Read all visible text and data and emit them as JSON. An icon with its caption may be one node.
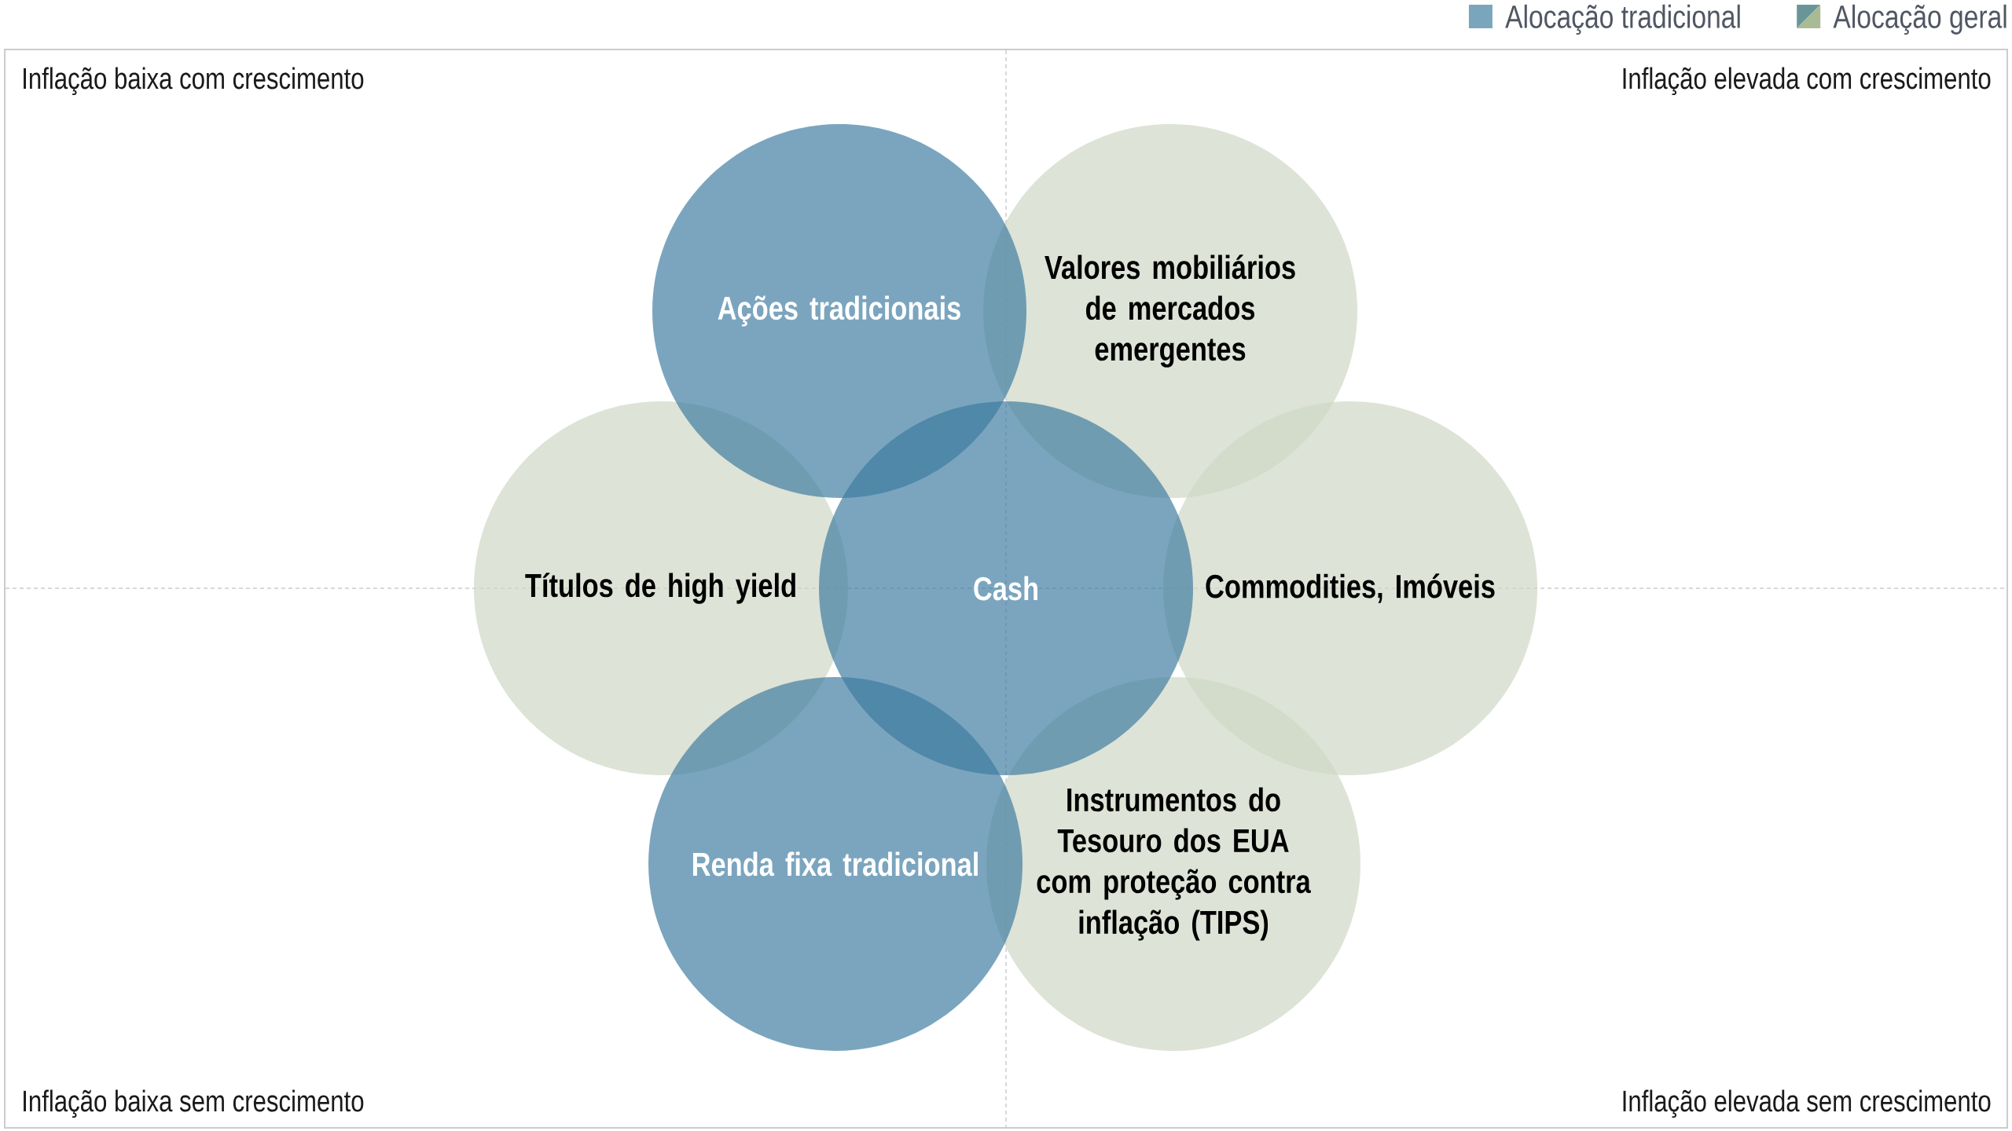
{
  "diagram": {
    "nodes": [
      {
        "text": [
          "Ações tradicionais"
        ]
      },
      {
        "text": [
          "Valores mobiliários de mercados emergentes"
        ]
      },
      {
        "text": [
          "Títulos de high yield"
        ]
      },
      {
        "text": [
          "Cash"
        ]
      },
      {
        "text": [
          "Commodities, Imóveis"
        ]
      },
      {
        "text": [
          "Renda fixa tradicional"
        ]
      },
      {
        "text": [
          "Instrumentos do Tesouro dos EUA com proteção contra inflação (TIPS)"
        ]
      }
    ],
    "labels": [
      "Inflação baixa com crescimento",
      "Inflação elevada com crescimento",
      "Inflação baixa sem crescimento",
      "Inflação elevada sem crescimento"
    ],
    "legend": [
      {
        "text": "Alocação tradicional",
        "color": "#7aa6bd"
      },
      {
        "text": "Alocação geral"
      }
    ]
  }
}
